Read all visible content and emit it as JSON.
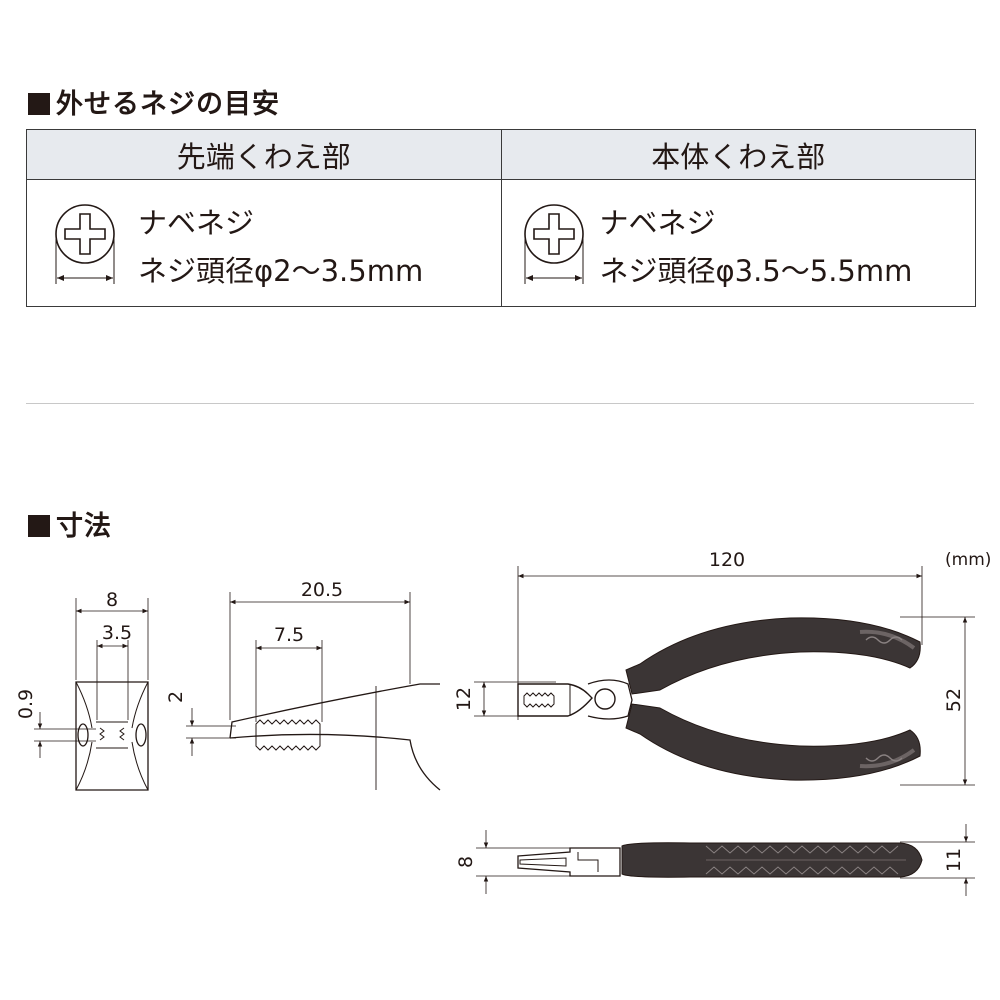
{
  "screw_section": {
    "title": "外せるネジの目安",
    "columns": [
      {
        "header": "先端くわえ部",
        "screw_type": "ナベネジ",
        "head_diameter": "ネジ頭径φ2～3.5mm"
      },
      {
        "header": "本体くわえ部",
        "screw_type": "ナベネジ",
        "head_diameter": "ネジ頭径φ3.5～5.5mm"
      }
    ]
  },
  "dimensions_section": {
    "title": "寸法",
    "unit": "(mm)",
    "tip_end_view": {
      "outer_width": "8",
      "inner_width": "3.5",
      "gap": "0.9"
    },
    "tip_side_view": {
      "length": "20.5",
      "serration_length": "7.5",
      "height": "2"
    },
    "plier_top_view": {
      "overall_length": "120",
      "jaw_opening": "12",
      "handle_span": "52"
    },
    "plier_side_view": {
      "head_thickness": "8",
      "handle_thickness": "11"
    }
  },
  "colors": {
    "line": "#231815",
    "header_fill": "#e7eaee",
    "handle": "#3b3535",
    "divider": "#c8c8c8"
  }
}
